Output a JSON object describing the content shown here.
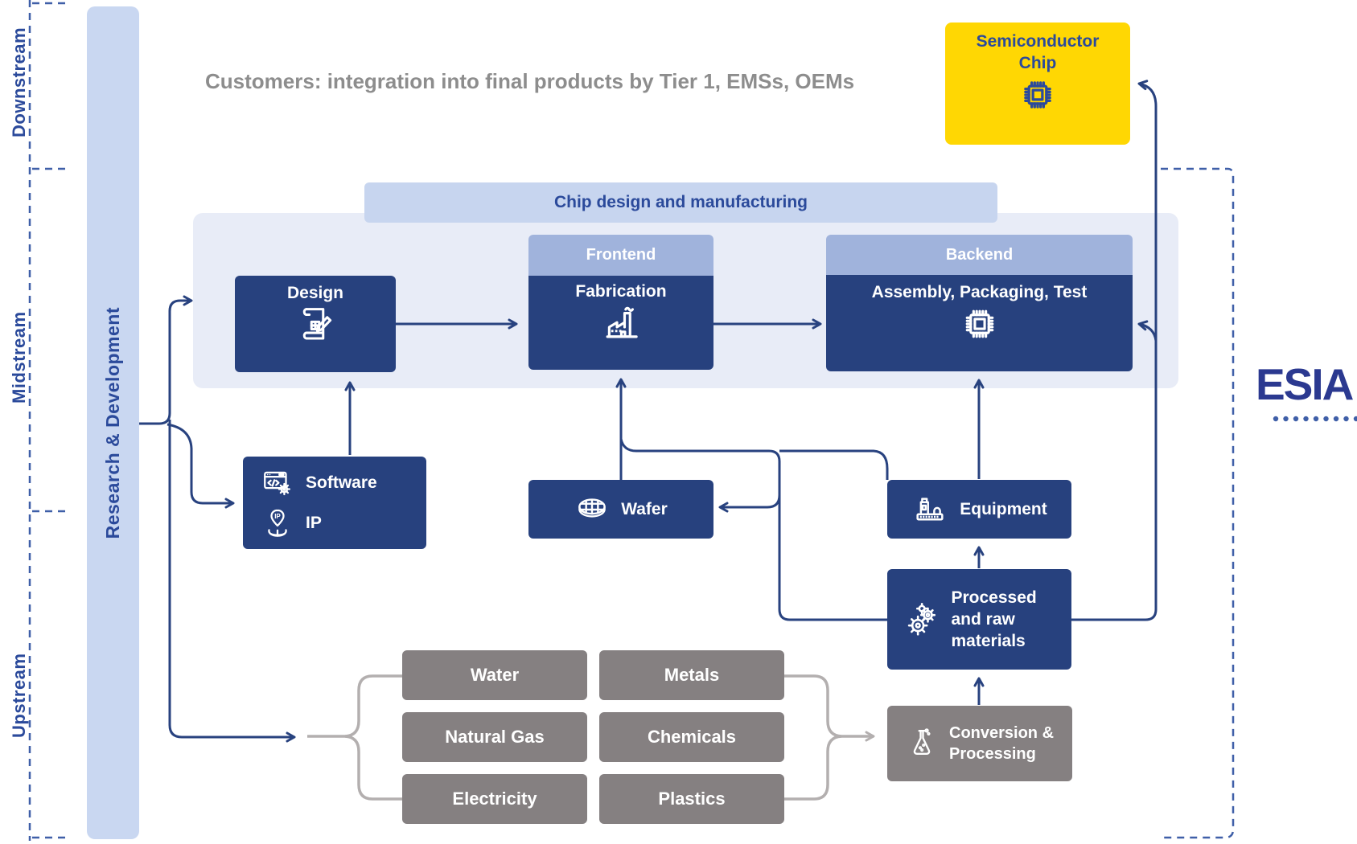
{
  "guides": {
    "downstream": "Downstream",
    "midstream": "Midstream",
    "upstream": "Upstream"
  },
  "rd": {
    "label": "Research & Development"
  },
  "customers": {
    "text": "Customers: integration into final products by Tier 1, EMSs, OEMs"
  },
  "chip": {
    "line1": "Semiconductor",
    "line2": "Chip"
  },
  "banner": {
    "label": "Chip design and manufacturing"
  },
  "pipeline": {
    "design": {
      "label": "Design"
    },
    "frontend": {
      "header": "Frontend",
      "label": "Fabrication"
    },
    "backend": {
      "header": "Backend",
      "label": "Assembly, Packaging, Test"
    }
  },
  "supply": {
    "software": {
      "label1": "Software",
      "label2": "IP"
    },
    "wafer": {
      "label": "Wafer"
    },
    "equipment": {
      "label": "Equipment"
    },
    "processed": {
      "label": "Processed and raw materials"
    },
    "conversion": {
      "label": "Conversion & Processing"
    }
  },
  "inputs": {
    "col1": [
      "Water",
      "Natural Gas",
      "Electricity"
    ],
    "col2": [
      "Metals",
      "Chemicals",
      "Plastics"
    ]
  },
  "logo": {
    "text": "ESIA"
  },
  "colors": {
    "navy_box": "#27417e",
    "header_blue": "#a0b3dc",
    "container_blue": "#e8ecf7",
    "banner_blue": "#c7d5ef",
    "rd_bar_blue": "#c9d7f1",
    "chip_yellow": "#ffd703",
    "gray_box": "#858081",
    "line_blue": "#28427f",
    "line_gray": "#b3afaf",
    "label_blue": "#2b4a9b",
    "customers_gray": "#8d8d8d",
    "esia_blue": "#2b3990"
  }
}
